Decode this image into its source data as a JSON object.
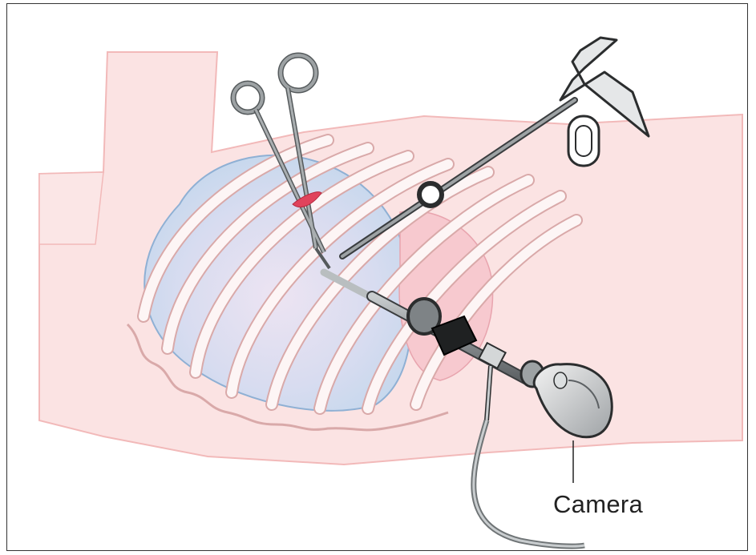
{
  "figure": {
    "labels": {
      "camera": "Camera"
    }
  },
  "colors": {
    "body": "#fbe3e3",
    "body_outline": "#f2b9b9",
    "lung": "#c9dcef",
    "lung_outline": "#8fb0d4",
    "heart": "#f7c9cf",
    "ribs": "#fdf5f5",
    "rib_outline": "#d9a9a9",
    "instrument": "#808587",
    "instrument_dark": "#2b2d2e",
    "incision": "#e0435c"
  },
  "icons": [
    "forceps",
    "grasper",
    "camera-scope"
  ]
}
